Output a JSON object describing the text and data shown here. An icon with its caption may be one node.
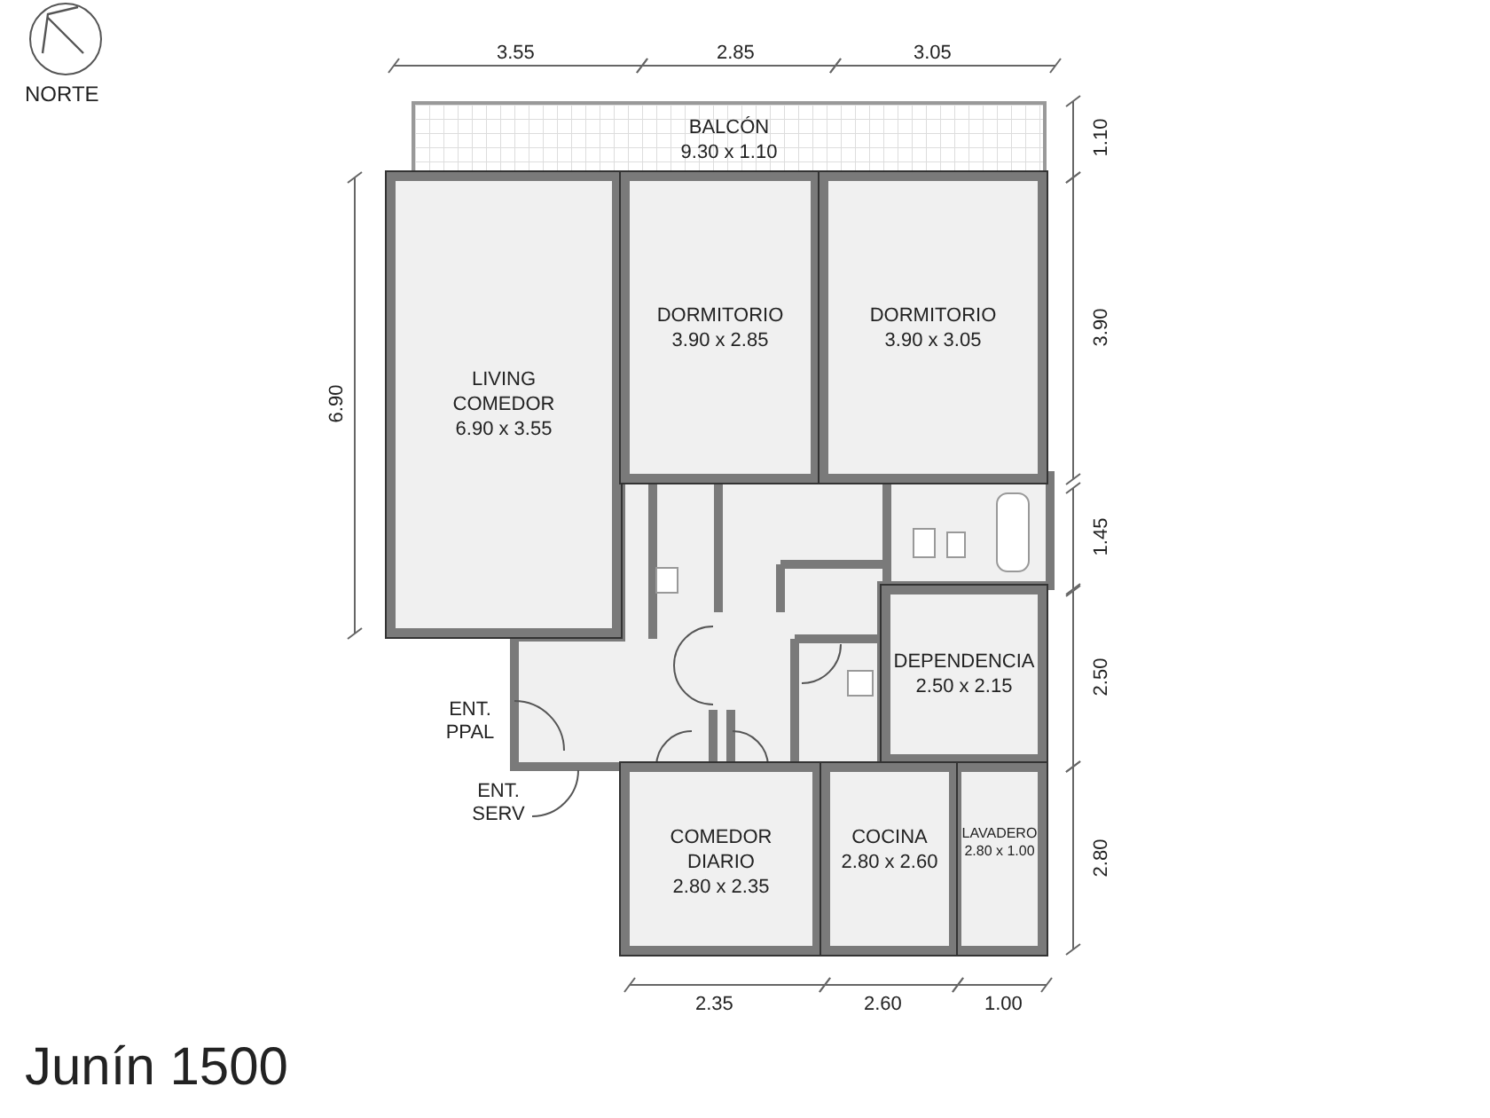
{
  "diagram": {
    "title": "Junín 1500",
    "nodes": [
      {
        "text": [
          "BALCÓN",
          "9.30 x 1.10"
        ]
      },
      {
        "text": [
          "LIVING COMEDOR",
          "6.90 x 3.55"
        ]
      },
      {
        "text": [
          "DORMITORIO",
          "3.90 x 2.85"
        ]
      },
      {
        "text": [
          "DORMITORIO",
          "3.90 x 3.05"
        ]
      },
      {
        "text": [
          "DEPENDENCIA",
          "2.50 x 2.15"
        ]
      },
      {
        "text": [
          "COMEDOR DIARIO",
          "2.80 x 2.35"
        ]
      },
      {
        "text": [
          "COCINA",
          "2.80 x 2.60"
        ]
      },
      {
        "text": [
          "LAVADERO",
          "2.80 x 1.00"
        ]
      }
    ],
    "labels": [
      "NORTE",
      "3.55",
      "2.85",
      "3.05",
      "1.10",
      "3.90",
      "6.90",
      "1.45",
      "2.50",
      "ENT. PPAL",
      "ENT. SERV",
      "2.80",
      "2.35",
      "2.60",
      "1.00"
    ]
  }
}
